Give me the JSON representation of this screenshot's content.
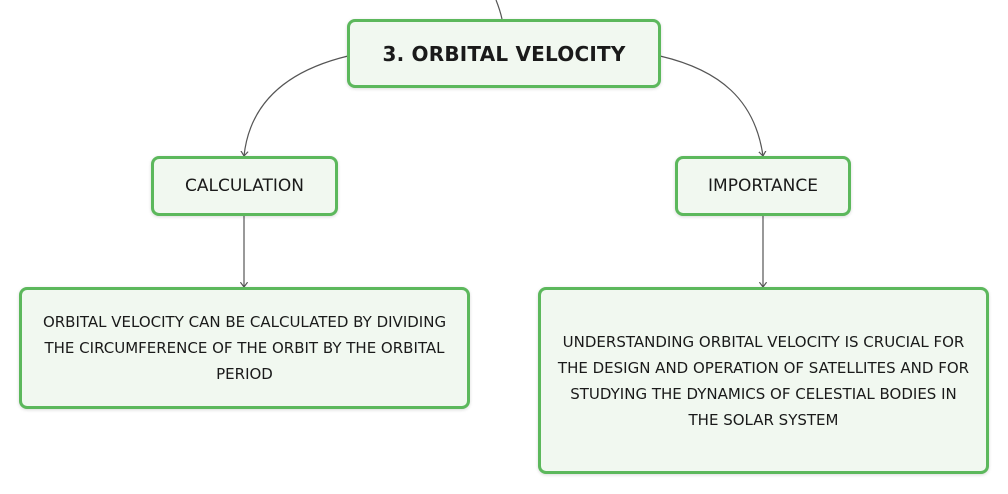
{
  "diagram": {
    "title": "3. ORBITAL VELOCITY",
    "branches": [
      {
        "label": "CALCULATION",
        "detail": "ORBITAL VELOCITY CAN BE CALCULATED BY DIVIDING THE CIRCUMFERENCE OF THE ORBIT BY THE ORBITAL PERIOD"
      },
      {
        "label": "IMPORTANCE",
        "detail": "UNDERSTANDING ORBITAL VELOCITY IS CRUCIAL FOR THE DESIGN AND OPERATION OF SATELLITES AND FOR STUDYING THE DYNAMICS OF CELESTIAL BODIES IN THE SOLAR SYSTEM"
      }
    ]
  },
  "colors": {
    "node_border": "#5cb85c",
    "node_fill": "#f1f8f0",
    "connector": "#555555"
  }
}
